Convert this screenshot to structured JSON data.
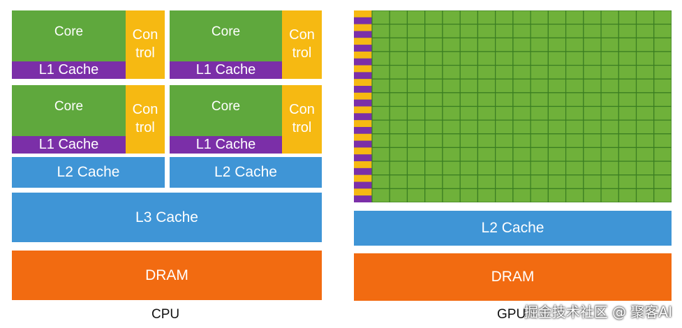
{
  "cpu": {
    "caption": "CPU",
    "cores": [
      {
        "core": "Core",
        "l1": "L1 Cache",
        "control": [
          "Con",
          "trol"
        ]
      },
      {
        "core": "Core",
        "l1": "L1 Cache",
        "control": [
          "Con",
          "trol"
        ]
      },
      {
        "core": "Core",
        "l1": "L1 Cache",
        "control": [
          "Con",
          "trol"
        ]
      },
      {
        "core": "Core",
        "l1": "L1 Cache",
        "control": [
          "Con",
          "trol"
        ]
      }
    ],
    "l2": [
      "L2 Cache",
      "L2 Cache"
    ],
    "l3": "L3 Cache",
    "dram": "DRAM"
  },
  "gpu": {
    "caption": "GPU",
    "grid": {
      "rows": 14,
      "cols": 17
    },
    "l2": "L2 Cache",
    "dram": "DRAM"
  },
  "watermark": "掘金技术社区 @ 聚客AI",
  "colors": {
    "core": "#5fa83d",
    "l1": "#7b2fa8",
    "control": "#f6b912",
    "cache": "#3f95d6",
    "dram": "#f26b11",
    "grid_line": "#3a7d22"
  }
}
